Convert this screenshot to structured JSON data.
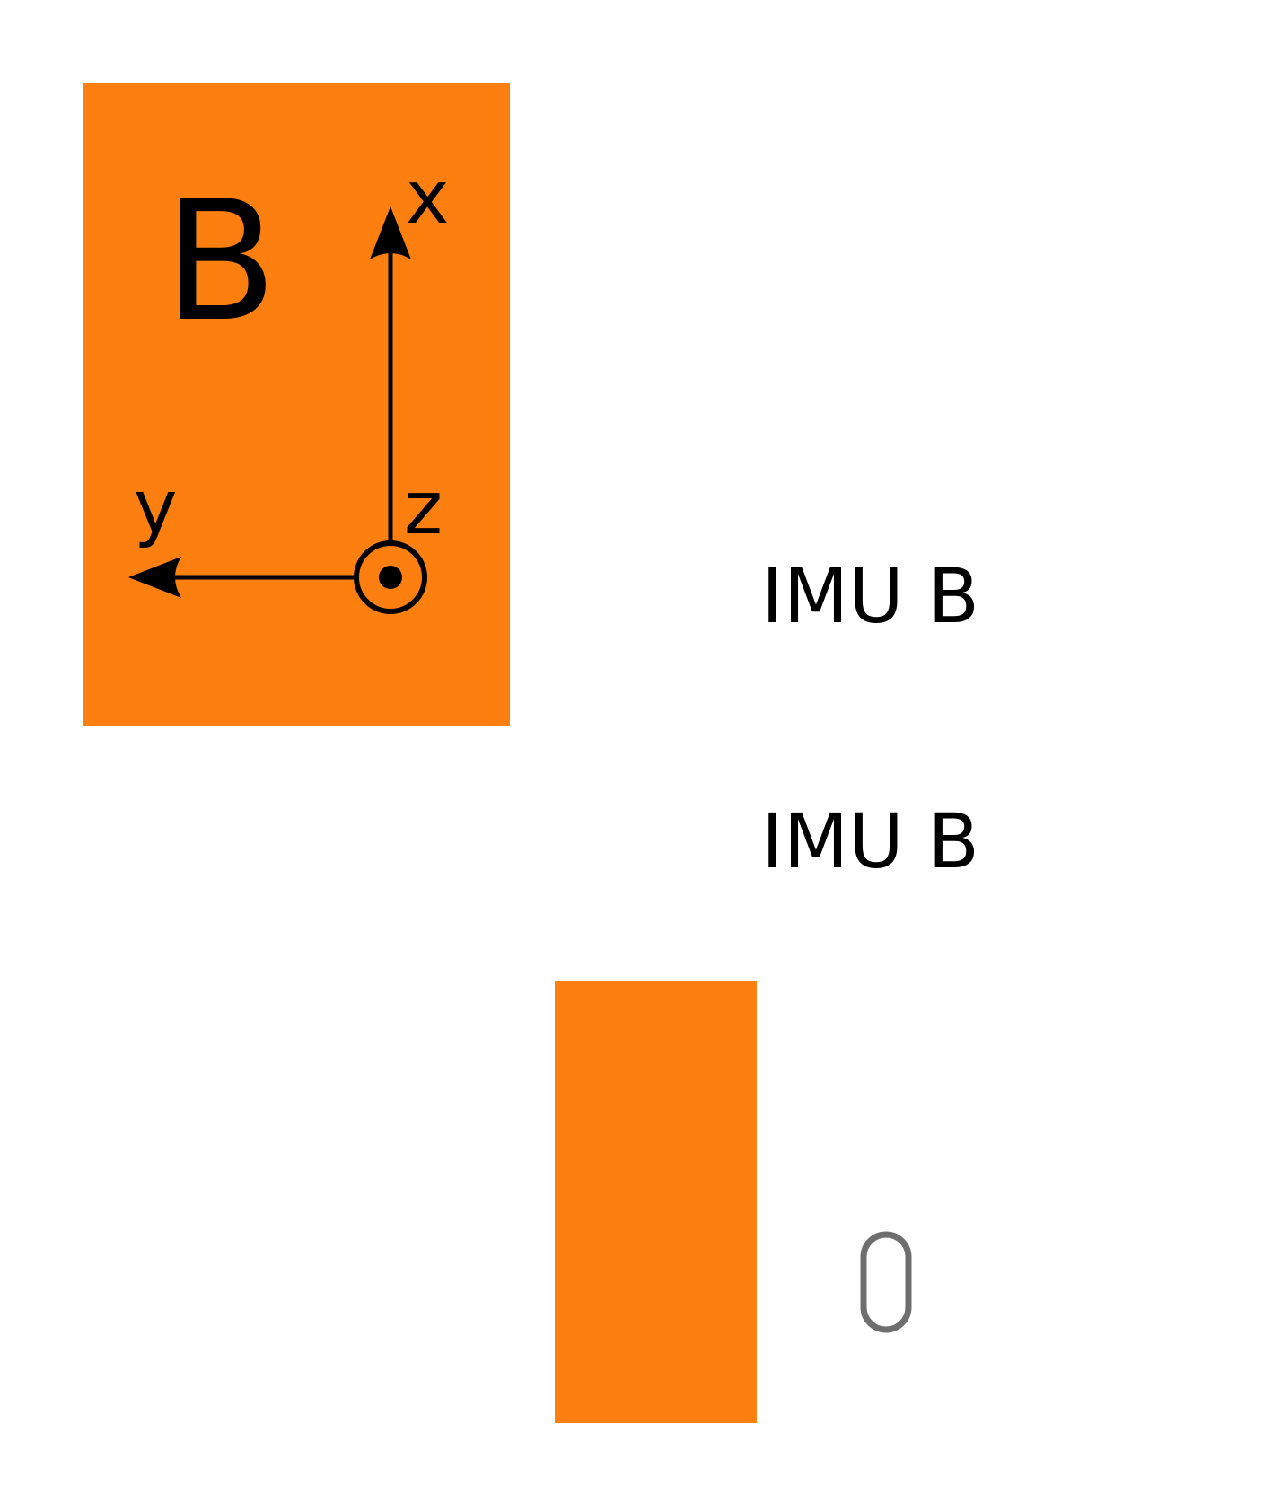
{
  "colors": {
    "imu_fill": "#fc7f10",
    "ink": "#000000",
    "capsule_stroke": "#6e6e6e",
    "background": "#ffffff"
  },
  "imu_block": {
    "label": "B",
    "axis_x_label": "x",
    "axis_y_label": "y",
    "axis_z_label": "z",
    "axis_z_direction": "out-of-page"
  },
  "labels": {
    "imu_label_1": "IMU B",
    "imu_label_2": "IMU B"
  },
  "legend": {
    "swatch_color": "#fc7f10",
    "capsule_icon": "capsule-outline-icon"
  }
}
